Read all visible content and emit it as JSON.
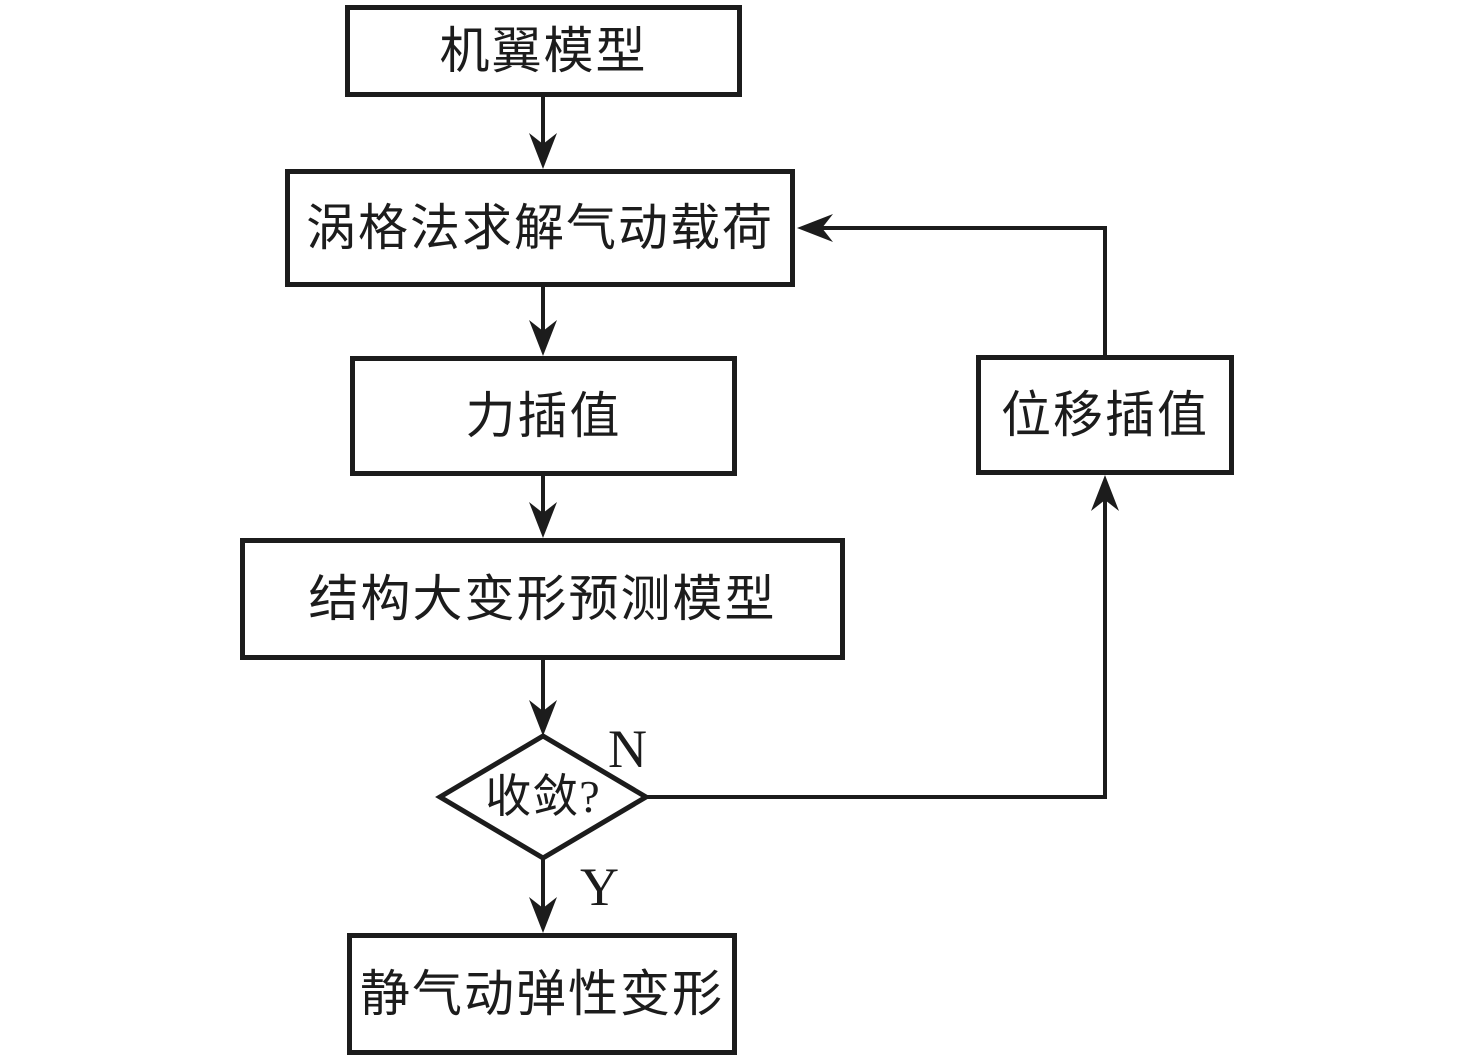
{
  "colors": {
    "line": "#1c1c1c",
    "background": "#ffffff",
    "node_fill": "#ffffff"
  },
  "nodes": {
    "wing_model": "机翼模型",
    "vlm_load": "涡格法求解气动载荷",
    "force_interpolation": "力插值",
    "structure_prediction": "结构大变形预测模型",
    "convergence_check": "收敛?",
    "static_deformation": "静气动弹性变形",
    "displacement_interpolation": "位移插值"
  },
  "edge_labels": {
    "no": "N",
    "yes": "Y"
  }
}
